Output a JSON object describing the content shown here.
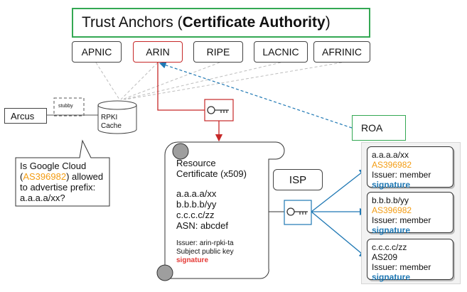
{
  "trust_anchors": {
    "prefix": "Trust Anchors (",
    "bold": "Certificate Authority",
    "suffix": ")"
  },
  "rirs": [
    "APNIC",
    "ARIN",
    "RIPE",
    "LACNIC",
    "AFRINIC"
  ],
  "stubby": "stubby",
  "arcus": "Arcus",
  "rpki_cache": {
    "line1": "RPKI",
    "line2": "Cache"
  },
  "question": {
    "line1": "Is Google Cloud",
    "open_paren": "(",
    "asn": "AS396982",
    "line2_rest": ") allowed",
    "line3": "to advertise prefix:",
    "line4": "a.a.a.a/xx?"
  },
  "roa": "ROA",
  "resource_cert": {
    "line1": "Resource",
    "line2": "Certificate (x509)",
    "prefix1": "a.a.a.a/xx",
    "prefix2": "b.b.b.b/yy",
    "prefix3": "c.c.c.c/zz",
    "asn": "ASN: abcdef",
    "issuer": "Issuer: arin-rpki-ta",
    "subject": "Subject public key",
    "signature": "signature"
  },
  "isp": "ISP",
  "roa_cards": [
    {
      "prefix": "a.a.a.a/xx",
      "asn": "AS396982",
      "issuer": "Issuer: member",
      "signature": "signature"
    },
    {
      "prefix": "b.b.b.b/yy",
      "asn": "AS396982",
      "issuer": "Issuer: member",
      "signature": "signature"
    },
    {
      "prefix": "c.c.c.c/zz",
      "asn": "AS209",
      "issuer": "Issuer: member",
      "signature": "signature"
    }
  ],
  "colors": {
    "trust_border": "#34a853",
    "arin_border": "#c62828",
    "roa_arrow": "#1f78b4",
    "asn_highlight": "#f39c12",
    "signature_red": "#e53935",
    "signature_blue": "#1f78b4"
  },
  "icons": [
    "key-icon",
    "cylinder-icon",
    "scroll-icon"
  ]
}
